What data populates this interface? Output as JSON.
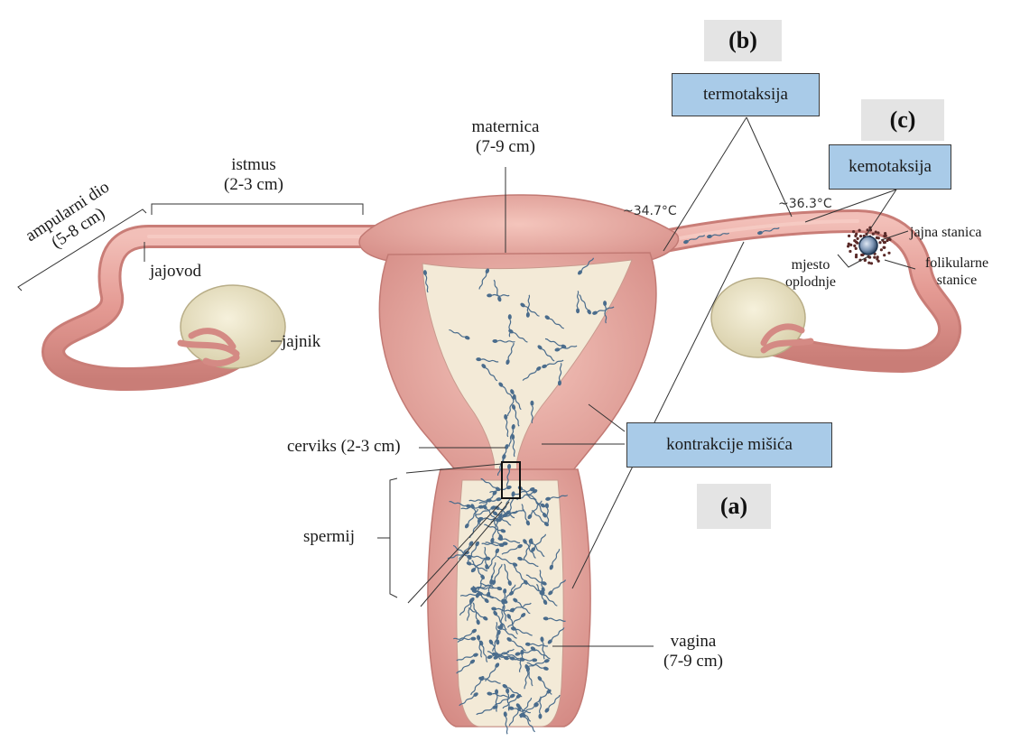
{
  "labels": {
    "ampular_title": "ampularni dio",
    "ampular_size": "(5-8 cm)",
    "istmus_title": "istmus",
    "istmus_size": "(2-3 cm)",
    "maternica_title": "maternica",
    "maternica_size": "(7-9 cm)",
    "jajovod": "jajovod",
    "jajnik": "jajnik",
    "cerviks": "cerviks (2-3 cm)",
    "spermij": "spermij",
    "vagina_title": "vagina",
    "vagina_size": "(7-9 cm)",
    "jajna_stanica": "jajna stanica",
    "folikularne_1": "folikularne",
    "folikularne_2": "stanice",
    "mjesto_1": "mjesto",
    "mjesto_2": "oplodnje",
    "temp_left": "~34.7°C",
    "temp_right": "~36.3°C"
  },
  "boxes": {
    "termotaksija": "termotaksija",
    "kemotaksija": "kemotaksija",
    "kontrakcije": "kontrakcije mišića"
  },
  "tags": {
    "a": "(a)",
    "b": "(b)",
    "c": "(c)"
  },
  "colors": {
    "tissue": "#e8a6a0",
    "tissue_dark": "#c27a74",
    "cavity": "#f3ead7",
    "ovary": "#ece5c6",
    "box_fill": "#a9cbe8",
    "tag_fill": "#e4e4e4",
    "sperm": "#4a6c8c"
  }
}
